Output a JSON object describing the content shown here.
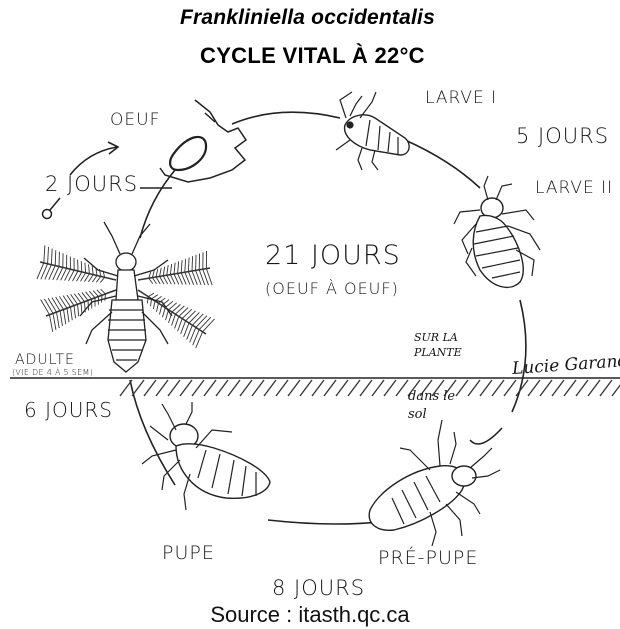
{
  "header": {
    "species": "Frankliniella occidentalis",
    "title": "CYCLE VITAL À 22°C"
  },
  "center": {
    "total": "21 JOURS",
    "total_sub": "(OEUF À OEUF)"
  },
  "stages": {
    "egg": "OEUF",
    "larva1": "LARVE I",
    "larva2": "LARVE II",
    "prepupa": "PRÉ-PUPE",
    "pupa": "PUPE",
    "adult": "ADULTE",
    "adult_note": "(VIE DE 4 À 5 SEM)"
  },
  "durations": {
    "egg": "2 JOURS",
    "larva": "5 JOURS",
    "pupal": "8 JOURS",
    "adult": "6 JOURS"
  },
  "zones": {
    "plant": "SUR LA PLANTE",
    "soil": "dans le sol"
  },
  "signature": "Lucie Garand",
  "source": "Source : itasth.qc.ca",
  "icons": [
    "female-symbol-icon",
    "arrow-icon",
    "egg-icon",
    "thrips-adult-icon",
    "thrips-larva-icon",
    "thrips-prepupa-icon",
    "thrips-pupa-icon"
  ]
}
